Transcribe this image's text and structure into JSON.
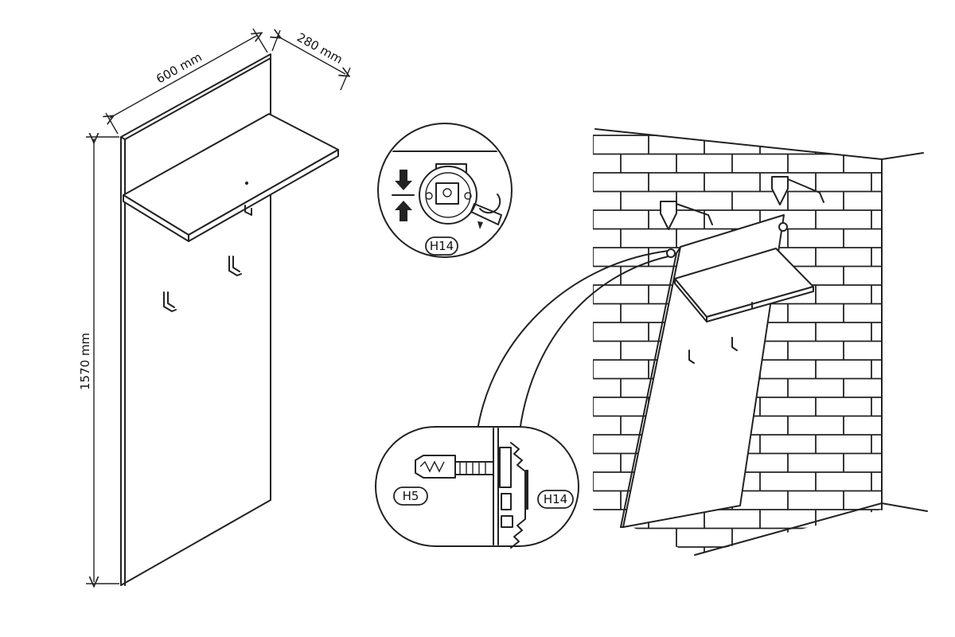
{
  "dimensions": {
    "width": "600 mm",
    "depth": "280 mm",
    "height": "1570 mm"
  },
  "callouts": {
    "top_detail_label": "H14",
    "bottom_dowel_label": "H5",
    "bottom_bracket_label": "H14"
  }
}
